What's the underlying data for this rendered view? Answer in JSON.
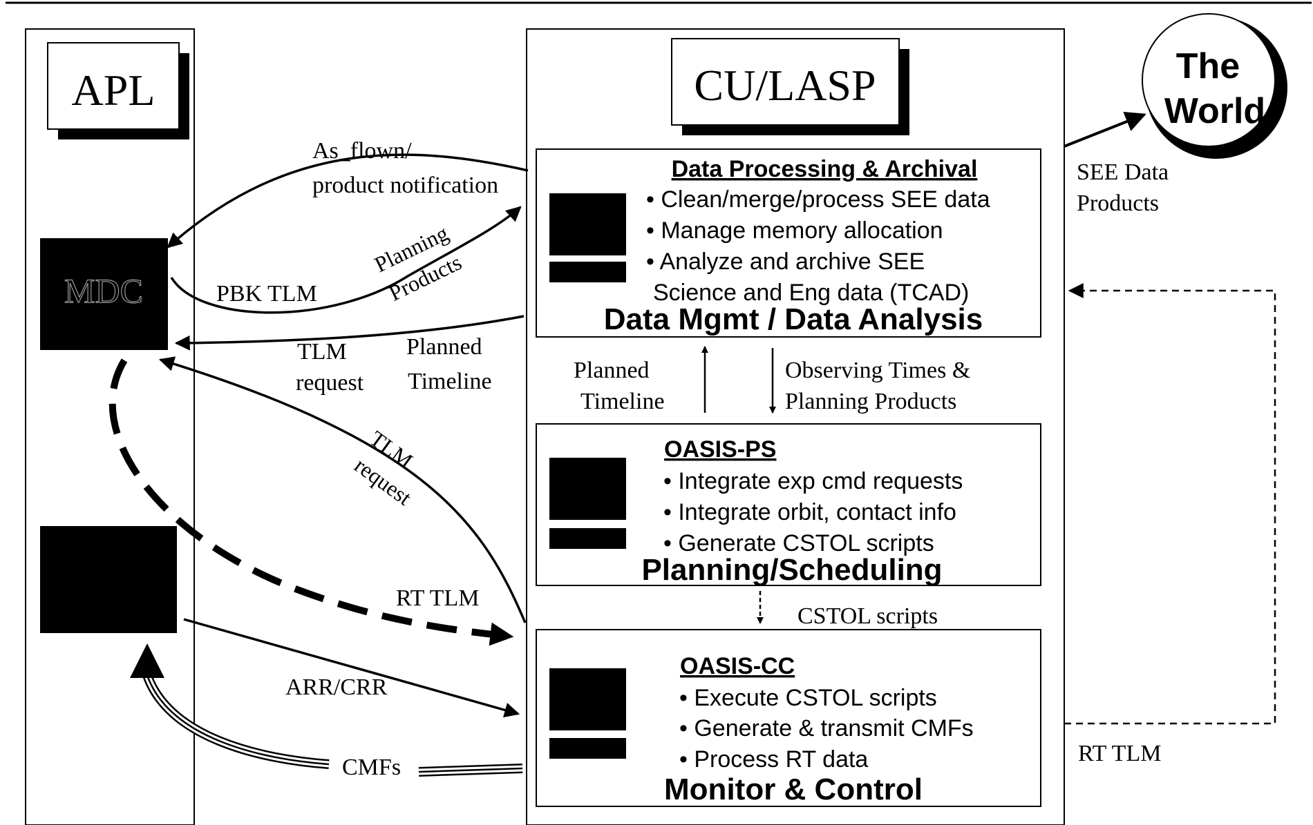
{
  "orgs": {
    "apl": "APL",
    "culasp": "CU/LASP",
    "world_line1": "The",
    "world_line2": "World",
    "mdc": "MDC"
  },
  "boxes": {
    "dpa": {
      "heading": "Data Processing & Archival",
      "bullets": [
        "• Clean/merge/process SEE data",
        "• Manage memory allocation",
        "• Analyze and archive SEE"
      ],
      "continuation": "Science and Eng data (TCAD)",
      "title": "Data Mgmt / Data Analysis"
    },
    "ps": {
      "heading": "OASIS-PS",
      "bullets": [
        "• Integrate exp cmd requests",
        "• Integrate orbit, contact info",
        "• Generate CSTOL scripts"
      ],
      "title": "Planning/Scheduling"
    },
    "cc": {
      "heading": "OASIS-CC",
      "bullets": [
        "• Execute CSTOL scripts",
        "• Generate & transmit CMFs",
        "• Process RT data"
      ],
      "title": "Monitor & Control"
    }
  },
  "flow_labels": {
    "as_flown_1": "As_flown/",
    "as_flown_2": "product notification",
    "planning_1": "Planning",
    "planning_2": "Products",
    "pbk_tlm": "PBK TLM",
    "tlm_req_1": "TLM",
    "tlm_req_2": "request",
    "planned_tl_1": "Planned",
    "planned_tl_2": "Timeline",
    "tlm_diag_1": "TLM",
    "tlm_diag_2": "request",
    "rt_tlm": "RT  TLM",
    "arr_crr": "ARR/CRR",
    "cmfs": "CMFs",
    "mid_planned_1": "Planned",
    "mid_planned_2": "Timeline",
    "observing_1": "Observing Times &",
    "observing_2": "Planning Products",
    "cstol_scripts": "CSTOL  scripts",
    "see_data_1": "SEE Data",
    "see_data_2": "Products",
    "rt_tlm_right": "RT TLM"
  }
}
